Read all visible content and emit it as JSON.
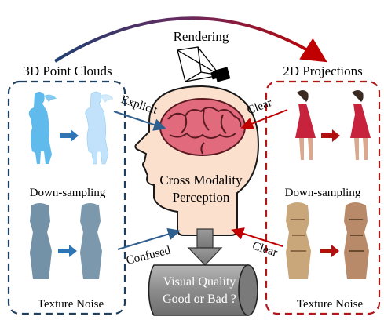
{
  "top": {
    "rendering_label": "Rendering"
  },
  "left_panel": {
    "title": "3D Point Clouds",
    "row1_label": "Down-sampling",
    "row2_label": "Texture Noise",
    "arrow1_label": "Explicit",
    "arrow2_label": "Confused"
  },
  "right_panel": {
    "title": "2D Projections",
    "row1_label": "Down-sampling",
    "row2_label": "Texture Noise",
    "arrow1_label": "Clear",
    "arrow2_label": "Clear"
  },
  "center": {
    "head_line1": "Cross Modality",
    "head_line2": "Perception",
    "quality_line1": "Visual Quality",
    "quality_line2": "Good or Bad ?"
  },
  "colors": {
    "blue": "#2f5f8f",
    "red": "#c00000",
    "point_blue": "#4fb3ea",
    "head_fill": "#fbe0cd",
    "brain_fill": "#e26a7d",
    "cylinder_fill": "#8f8f8f"
  }
}
